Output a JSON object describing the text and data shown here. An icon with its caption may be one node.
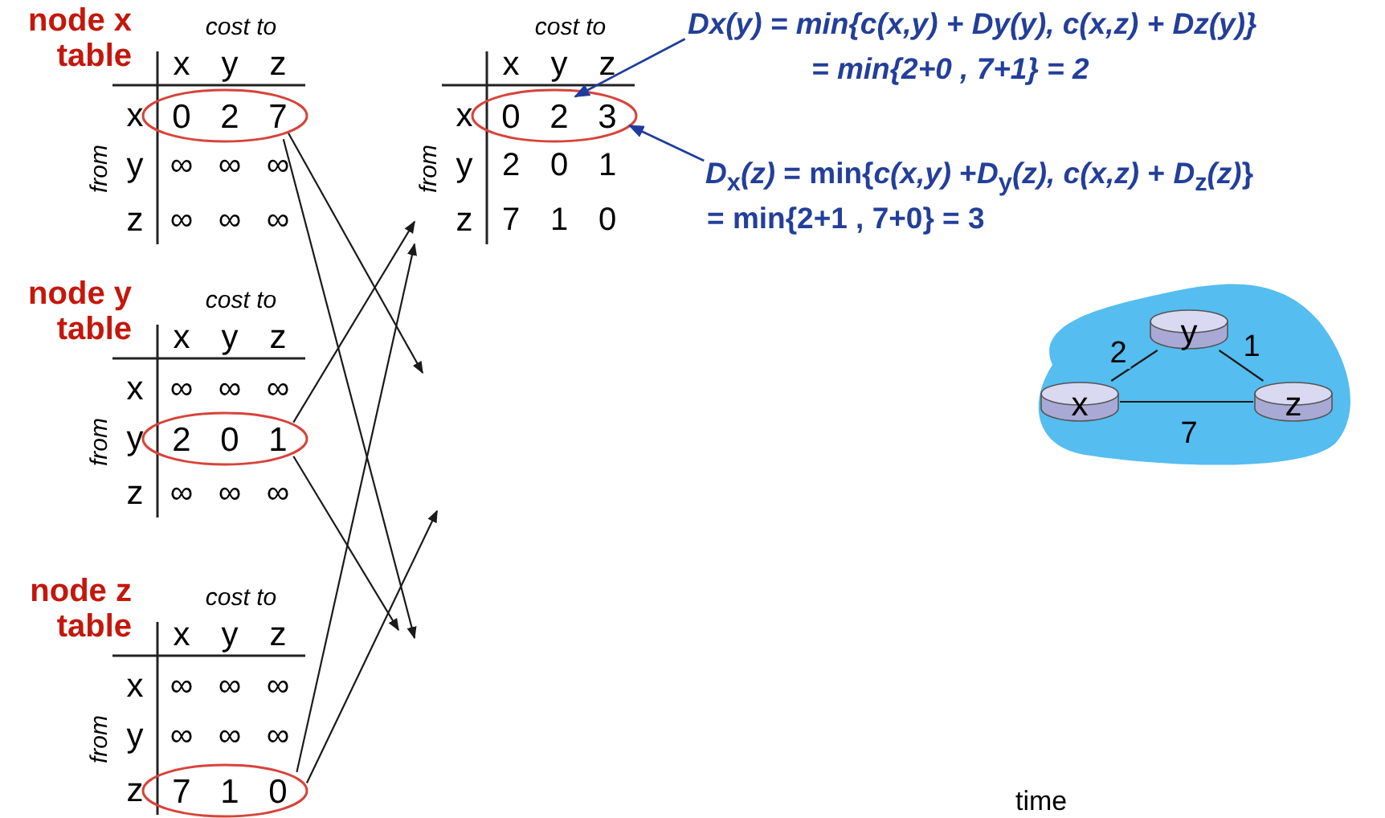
{
  "diagram": {
    "nodes": [
      {
        "text": [
          "node x table",
          "cost to",
          "x",
          "y",
          "z",
          "from",
          "x",
          "y",
          "z",
          "∞",
          "∞",
          "∞",
          "∞",
          "∞",
          "∞"
        ]
      },
      {
        "text": [
          "0",
          "2",
          "7"
        ],
        "in": 0
      },
      {
        "text": [
          "node y table",
          "cost to",
          "x",
          "y",
          "z",
          "from",
          "x",
          "y",
          "z",
          "∞",
          "∞",
          "∞",
          "∞",
          "∞",
          "∞"
        ]
      },
      {
        "text": [
          "2",
          "0",
          "1"
        ],
        "in": 2
      },
      {
        "text": [
          "node z table",
          "cost to",
          "x",
          "y",
          "z",
          "from",
          "x",
          "y",
          "z",
          "∞",
          "∞",
          "∞",
          "∞",
          "∞",
          "∞"
        ]
      },
      {
        "text": [
          "7",
          "1",
          "0"
        ],
        "in": 4
      },
      {
        "text": [
          "cost to",
          "x",
          "y",
          "z",
          "from",
          "x",
          "y",
          "z",
          "2",
          "0",
          "1",
          "7",
          "1",
          "0"
        ]
      },
      {
        "text": [
          "0",
          "2",
          "3"
        ],
        "in": 6
      },
      {
        "text": [
          "Dx(y) = min{c(x,y) + Dy(y), c(x,z) + Dz(y)}",
          "= min{2+0 , 7+1} = 2"
        ]
      },
      {
        "text": [
          "*D*$_{x}$*(z)* = min{*c(x,y)* +*D*$_{y}$*(z), c(x,z)* + *D*$_{z}$*(z)*}",
          "= min{2+1 , 7+0} = 3"
        ]
      },
      {
        "text": [],
        "shape": "cloud"
      },
      {
        "text": [
          "x"
        ],
        "in": 10
      },
      {
        "text": [
          "y"
        ],
        "in": 10
      },
      {
        "text": [
          "z"
        ],
        "in": 10
      }
    ],
    "edges": [
      {
        "from": 1,
        "to": null,
        "arrow": "to"
      },
      {
        "from": 1,
        "to": null,
        "arrow": "to"
      },
      {
        "from": 3,
        "to": 6,
        "arrow": "to"
      },
      {
        "from": 3,
        "to": null,
        "arrow": "to"
      },
      {
        "from": 5,
        "to": 6,
        "arrow": "to"
      },
      {
        "from": 5,
        "to": null,
        "arrow": "to"
      },
      {
        "from": 8,
        "to": 7,
        "arrow": "to",
        "color": "#1f3c9c"
      },
      {
        "from": 9,
        "to": 7,
        "arrow": "to",
        "color": "#1f3c9c"
      },
      {
        "from": 11,
        "to": 12,
        "arrow": "none",
        "label": "2"
      },
      {
        "from": 12,
        "to": 13,
        "arrow": "none",
        "label": "1"
      },
      {
        "from": 11,
        "to": 13,
        "arrow": "none",
        "label": "7"
      }
    ],
    "labels": [
      "time"
    ]
  }
}
